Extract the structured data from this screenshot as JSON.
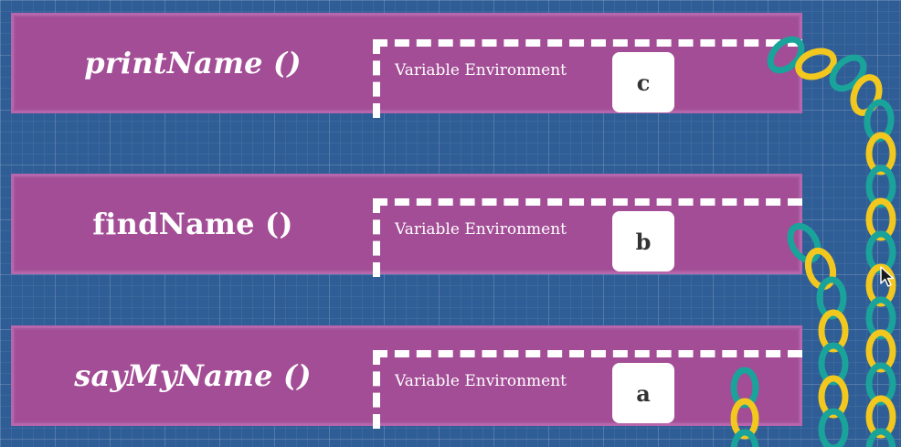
{
  "colors": {
    "background": "#2f5d96",
    "frame": "#a24d95",
    "chain_teal": "#1aa39a",
    "chain_yellow": "#f2c81f",
    "text": "#ffffff",
    "box_text": "#333333"
  },
  "frames": [
    {
      "title": "printName ()",
      "env_label": "Variable Environment",
      "variable": "c"
    },
    {
      "title": "findName ()",
      "env_label": "Variable Environment",
      "variable": "b"
    },
    {
      "title": "sayMyName ()",
      "env_label": "Variable Environment",
      "variable": "a"
    }
  ],
  "icons": {
    "cursor": "mouse-pointer-icon",
    "chain": "chain-link-icon"
  }
}
